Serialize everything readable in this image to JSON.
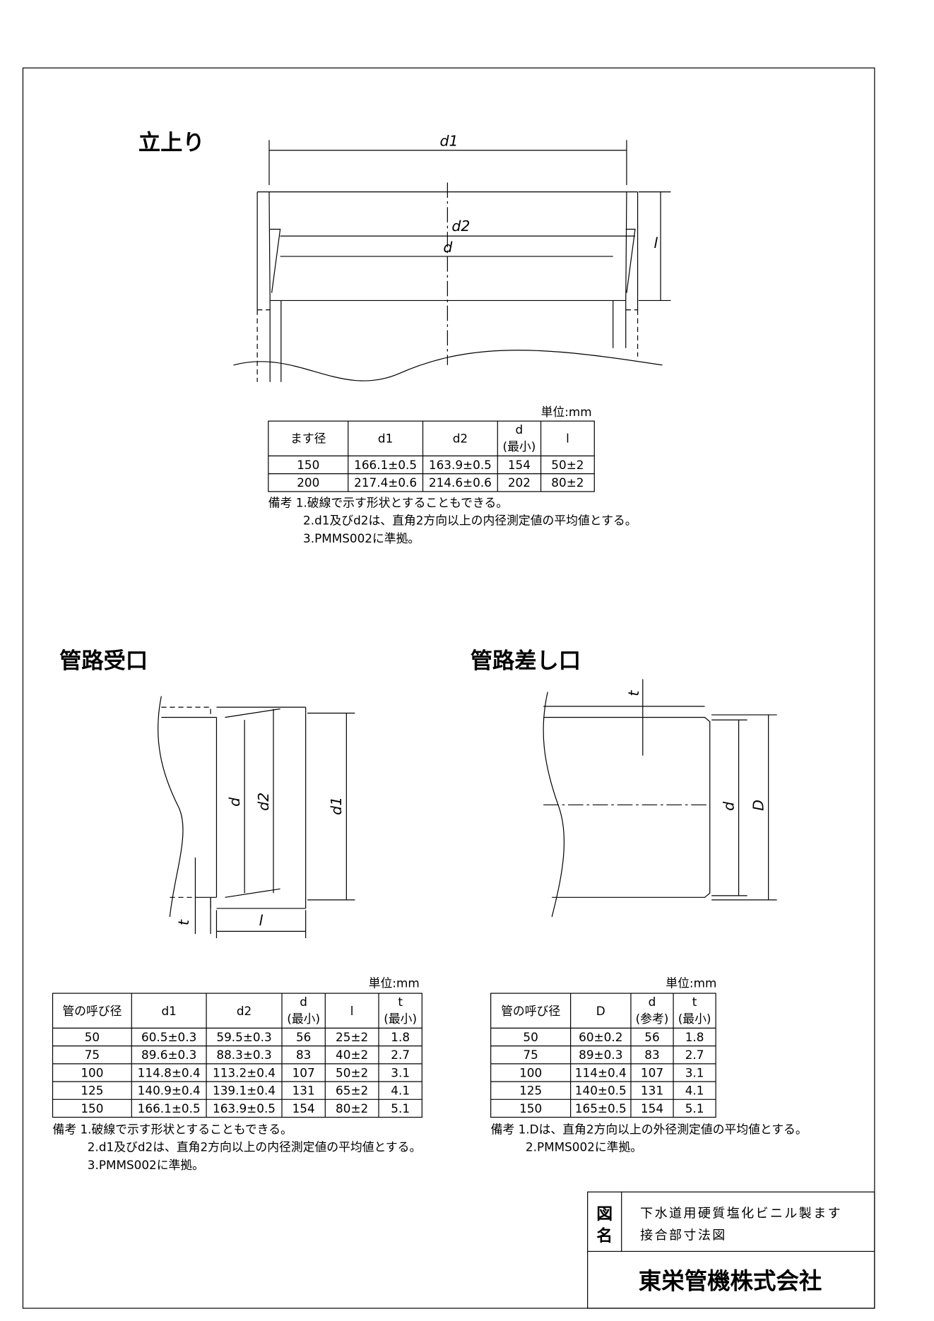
{
  "sections": {
    "riser": "立上り",
    "socket": "管路受口",
    "spigot": "管路差し口"
  },
  "dims": {
    "d1": "d1",
    "d2": "d2",
    "d": "d",
    "l": "l",
    "t": "t",
    "D": "D"
  },
  "unit": "単位:mm",
  "riser_table": {
    "headers": [
      "ます径",
      "d1",
      "d2",
      "d\n(最小)",
      "l"
    ],
    "rows": [
      [
        "150",
        "166.1±0.5",
        "163.9±0.5",
        "154",
        "50±2"
      ],
      [
        "200",
        "217.4±0.6",
        "214.6±0.6",
        "202",
        "80±2"
      ]
    ],
    "notes": [
      "備考 1.破線で示す形状とすることもできる。",
      "2.d1及びd2は、直角2方向以上の内径測定値の平均値とする。",
      "3.PMMS002に準拠。"
    ]
  },
  "socket_table": {
    "headers": [
      "管の呼び径",
      "d1",
      "d2",
      "d\n(最小)",
      "l",
      "t\n(最小)"
    ],
    "rows": [
      [
        "50",
        "60.5±0.3",
        "59.5±0.3",
        "56",
        "25±2",
        "1.8"
      ],
      [
        "75",
        "89.6±0.3",
        "88.3±0.3",
        "83",
        "40±2",
        "2.7"
      ],
      [
        "100",
        "114.8±0.4",
        "113.2±0.4",
        "107",
        "50±2",
        "3.1"
      ],
      [
        "125",
        "140.9±0.4",
        "139.1±0.4",
        "131",
        "65±2",
        "4.1"
      ],
      [
        "150",
        "166.1±0.5",
        "163.9±0.5",
        "154",
        "80±2",
        "5.1"
      ]
    ],
    "notes": [
      "備考 1.破線で示す形状とすることもできる。",
      "2.d1及びd2は、直角2方向以上の内径測定値の平均値とする。",
      "3.PMMS002に準拠。"
    ]
  },
  "spigot_table": {
    "headers": [
      "管の呼び径",
      "D",
      "d\n(参考)",
      "t\n(最小)"
    ],
    "rows": [
      [
        "50",
        "60±0.2",
        "56",
        "1.8"
      ],
      [
        "75",
        "89±0.3",
        "83",
        "2.7"
      ],
      [
        "100",
        "114±0.4",
        "107",
        "3.1"
      ],
      [
        "125",
        "140±0.5",
        "131",
        "4.1"
      ],
      [
        "150",
        "165±0.5",
        "154",
        "5.1"
      ]
    ],
    "notes": [
      "備考 1.Dは、直角2方向以上の外径測定値の平均値とする。",
      "2.PMMS002に準拠。"
    ]
  },
  "title_block": {
    "label_1": "図",
    "label_2": "名",
    "title_line_1": "下水道用硬質塩化ビニル製ます",
    "title_line_2": "接合部寸法図",
    "company": "東栄管機株式会社"
  }
}
